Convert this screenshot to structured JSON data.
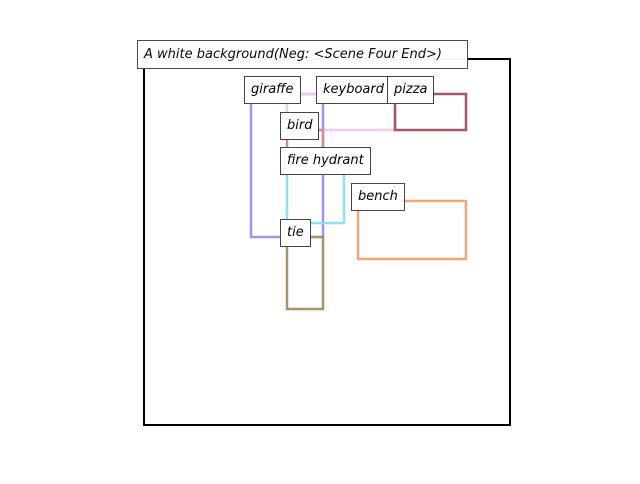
{
  "title": "A white background(Neg: <Scene Four End>)",
  "objects": [
    {
      "id": "giraffe",
      "label": "giraffe",
      "color": "#a393ef"
    },
    {
      "id": "keyboard",
      "label": "keyboard",
      "color": "#f2c9ef"
    },
    {
      "id": "pizza",
      "label": "pizza",
      "color": "#a55665"
    },
    {
      "id": "bird",
      "label": "bird",
      "color": "#d98a8f"
    },
    {
      "id": "fire-hydrant",
      "label": "fire hydrant",
      "color": "#8ee0ee"
    },
    {
      "id": "bench",
      "label": "bench",
      "color": "#f2a77a"
    },
    {
      "id": "tie",
      "label": "tie",
      "color": "#a8946a"
    }
  ]
}
